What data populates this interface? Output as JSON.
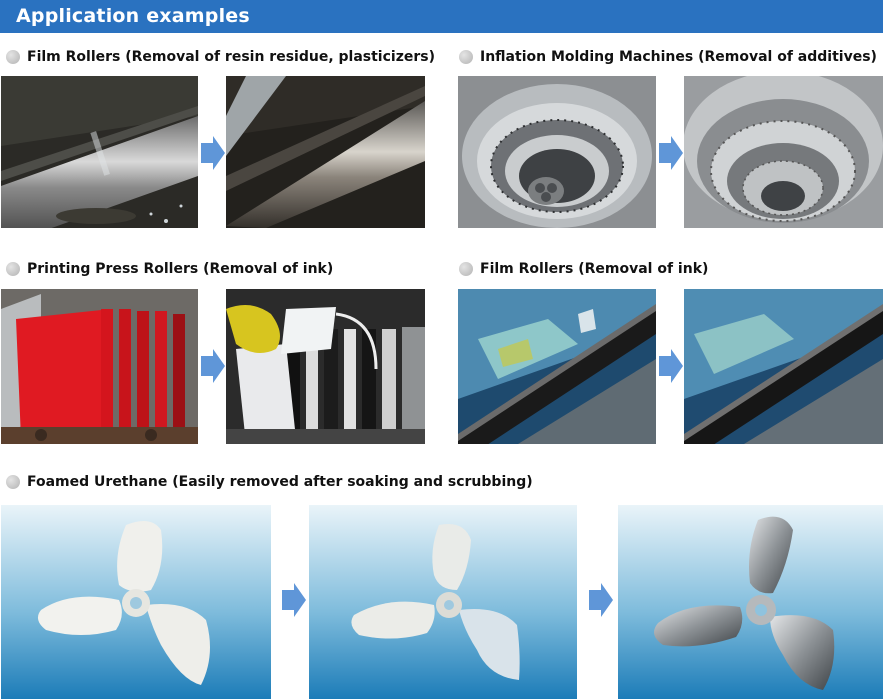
{
  "header": {
    "title": "Application examples"
  },
  "sections": [
    {
      "caption": "Film Rollers (Removal of resin residue, plasticizers)"
    },
    {
      "caption": "Inflation Molding Machines (Removal of additives)"
    },
    {
      "caption": "Printing Press Rollers (Removal of ink)"
    },
    {
      "caption": "Film Rollers (Removal of ink)"
    },
    {
      "caption": "Foamed Urethane (Easily removed after soaking and scrubbing)"
    }
  ],
  "icons": {
    "bullet": "circle-bullet-icon",
    "arrow": "right-arrow-icon"
  },
  "colors": {
    "header": "#2a72c0",
    "arrow": "#5f96d8",
    "bullet": "#c4c4c4"
  }
}
